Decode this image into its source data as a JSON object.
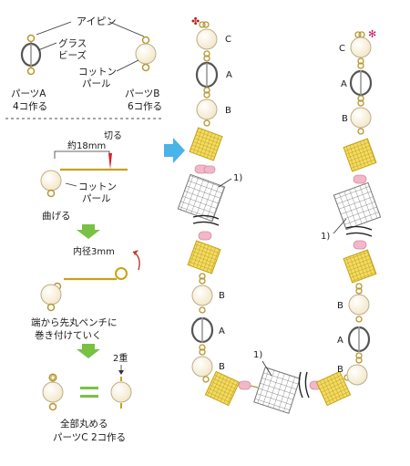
{
  "colors": {
    "gold": "#c9a21a",
    "gold_light": "#f2dc60",
    "pearl": "#fbf3dc",
    "pearl_stroke": "#bcae8c",
    "glass_stroke": "#555555",
    "white_bead_fill": "#ffffff",
    "pink": "#f2b7c9",
    "arrow_blue": "#49b4e8",
    "arrow_green": "#79c143",
    "cut_red": "#d8202a",
    "curl_red": "#c0392b",
    "ring": "#b89630",
    "text": "#1a1a1a"
  },
  "legend": {
    "eyepin_label": "アイピン",
    "glass_label_1": "グラス",
    "glass_label_2": "ビーズ",
    "cotton_label_1": "コットン",
    "cotton_label_2": "パール",
    "part_a_name": "パーツA",
    "part_a_count": "4コ作る",
    "part_b_name": "パーツB",
    "part_b_count": "6コ作る"
  },
  "steps": {
    "length_label": "約18mm",
    "cut_label": "切る",
    "cotton_label_1": "コットン",
    "cotton_label_2": "パール",
    "bend_label": "曲げる",
    "diameter_label": "内径3mm",
    "instruction_1": "端から先丸ペンチに",
    "instruction_2": "巻き付けていく",
    "double_label": "2重",
    "equals_label": "=",
    "final_1": "全部丸める",
    "final_2": "パーツC 2コ作る"
  },
  "necklace": {
    "label_c": "C",
    "label_a": "A",
    "label_b": "B",
    "label_1": "1)",
    "mark_left": "✤",
    "mark_right": "✻"
  }
}
